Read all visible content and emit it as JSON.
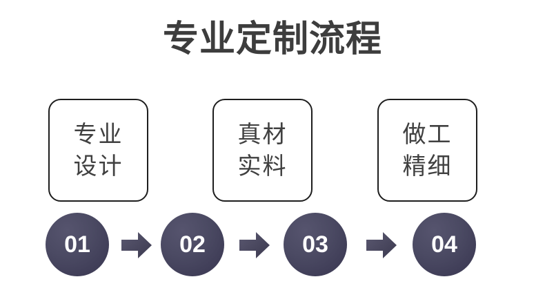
{
  "page": {
    "title": "专业定制流程",
    "background_color": "#ffffff",
    "title_color": "#3d3d3d"
  },
  "features": [
    {
      "id": "box-1",
      "line1": "专业",
      "line2": "设计",
      "border_color": "#1d1d1d"
    },
    {
      "id": "box-2",
      "line1": "真材",
      "line2": "实料",
      "border_color": "#1d1d1d"
    },
    {
      "id": "box-3",
      "line1": "做工",
      "line2": "精细",
      "border_color": "#1d1d1d"
    }
  ],
  "steps": [
    {
      "id": "circle-1",
      "number": "01",
      "fill_color": "#4b4a63",
      "number_color": "#ffffff"
    },
    {
      "id": "circle-2",
      "number": "02",
      "fill_color": "#4b4a63",
      "number_color": "#ffffff"
    },
    {
      "id": "circle-3",
      "number": "03",
      "fill_color": "#4b4a63",
      "number_color": "#ffffff"
    },
    {
      "id": "circle-4",
      "number": "04",
      "fill_color": "#4b4a63",
      "number_color": "#ffffff"
    }
  ],
  "arrows": [
    {
      "id": "arrow-1",
      "icon": "arrow-right-icon",
      "color": "#4a4860"
    },
    {
      "id": "arrow-2",
      "icon": "arrow-right-icon",
      "color": "#4a4860"
    },
    {
      "id": "arrow-3",
      "icon": "arrow-right-icon",
      "color": "#4a4860"
    }
  ]
}
